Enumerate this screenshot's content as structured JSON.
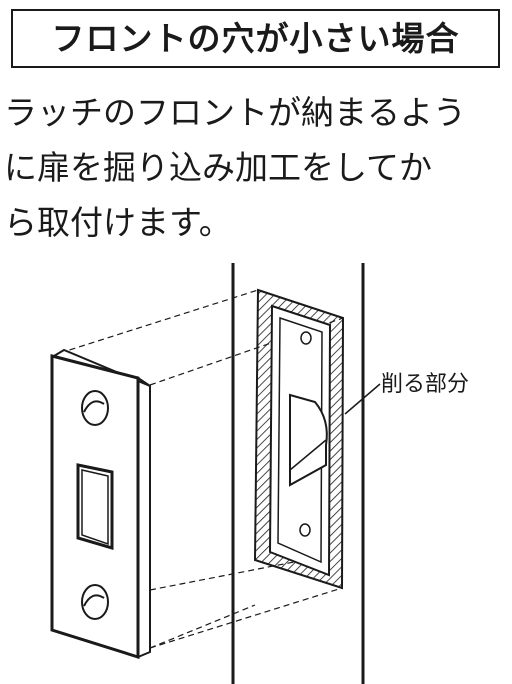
{
  "title": "フロントの穴が小さい場合",
  "instructions": [
    "ラッチのフロントが納まるよう",
    "に扉を掘り込み加工をしてか",
    "ら取付けます。"
  ],
  "diagram": {
    "callout_label": "削る部分"
  }
}
